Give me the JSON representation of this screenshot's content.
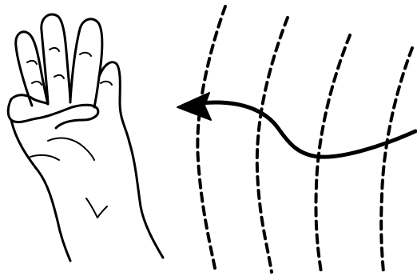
{
  "figure": {
    "background": "#ffffff",
    "ink_color": "#000000",
    "elements": [
      {
        "name": "hand-illustration",
        "icon": "raised-hand-thumb-folded"
      },
      {
        "name": "motion-arrow",
        "icon": "curved-arrow-left"
      },
      {
        "name": "dashed-wave-lines",
        "icon": "wavy-dashed-lines",
        "count": 4
      }
    ]
  }
}
